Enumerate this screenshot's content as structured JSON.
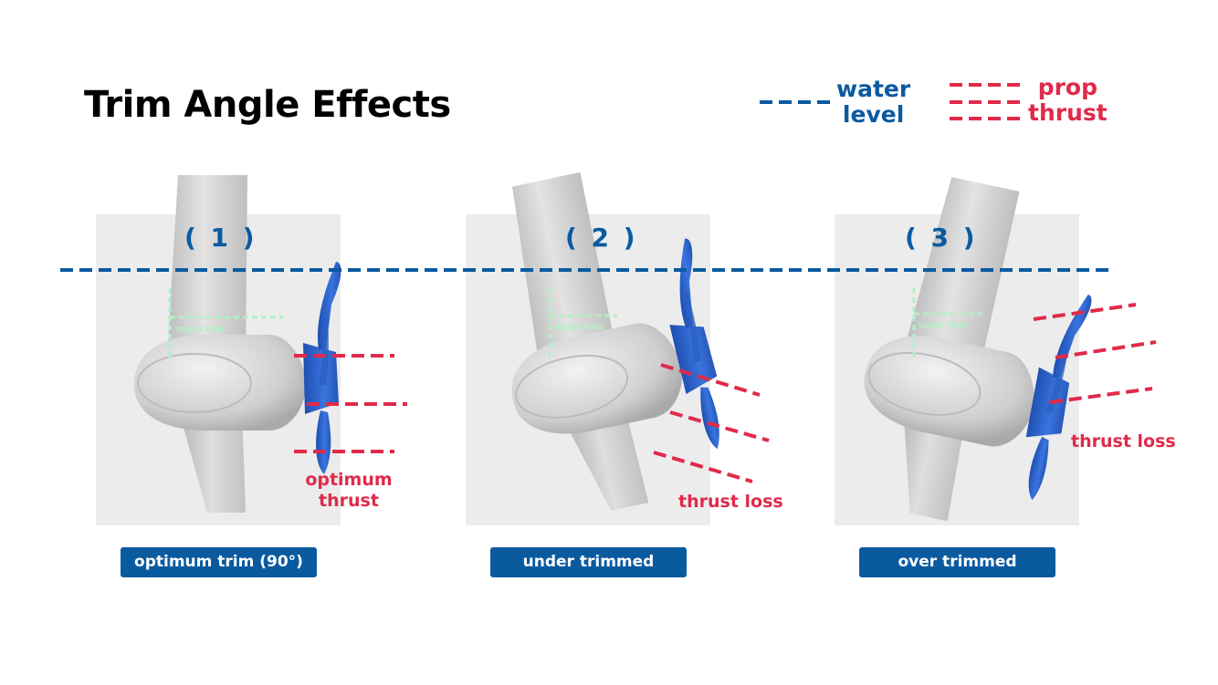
{
  "title": "Trim Angle Effects",
  "legend": {
    "water_level": "water\nlevel",
    "prop_thrust": "prop\nthrust"
  },
  "panels": [
    {
      "number": "( 1 )",
      "flow": "water flow",
      "note": "optimum\nthrust",
      "caption": "optimum trim (90°)"
    },
    {
      "number": "( 2 )",
      "flow": "water flow",
      "note": "thrust loss",
      "caption": "under trimmed"
    },
    {
      "number": "( 3 )",
      "flow": "water flow",
      "note": "thrust loss",
      "caption": "over trimmed"
    }
  ],
  "colors": {
    "water_level": "#0a5aa0",
    "prop_thrust": "#e02a4a",
    "water_flow": "#b2f0c6",
    "panel_bg": "#ececec",
    "motor": "#d9d9d9",
    "propeller": "#2a62c9",
    "caption_bg": "#0a5aa0"
  }
}
